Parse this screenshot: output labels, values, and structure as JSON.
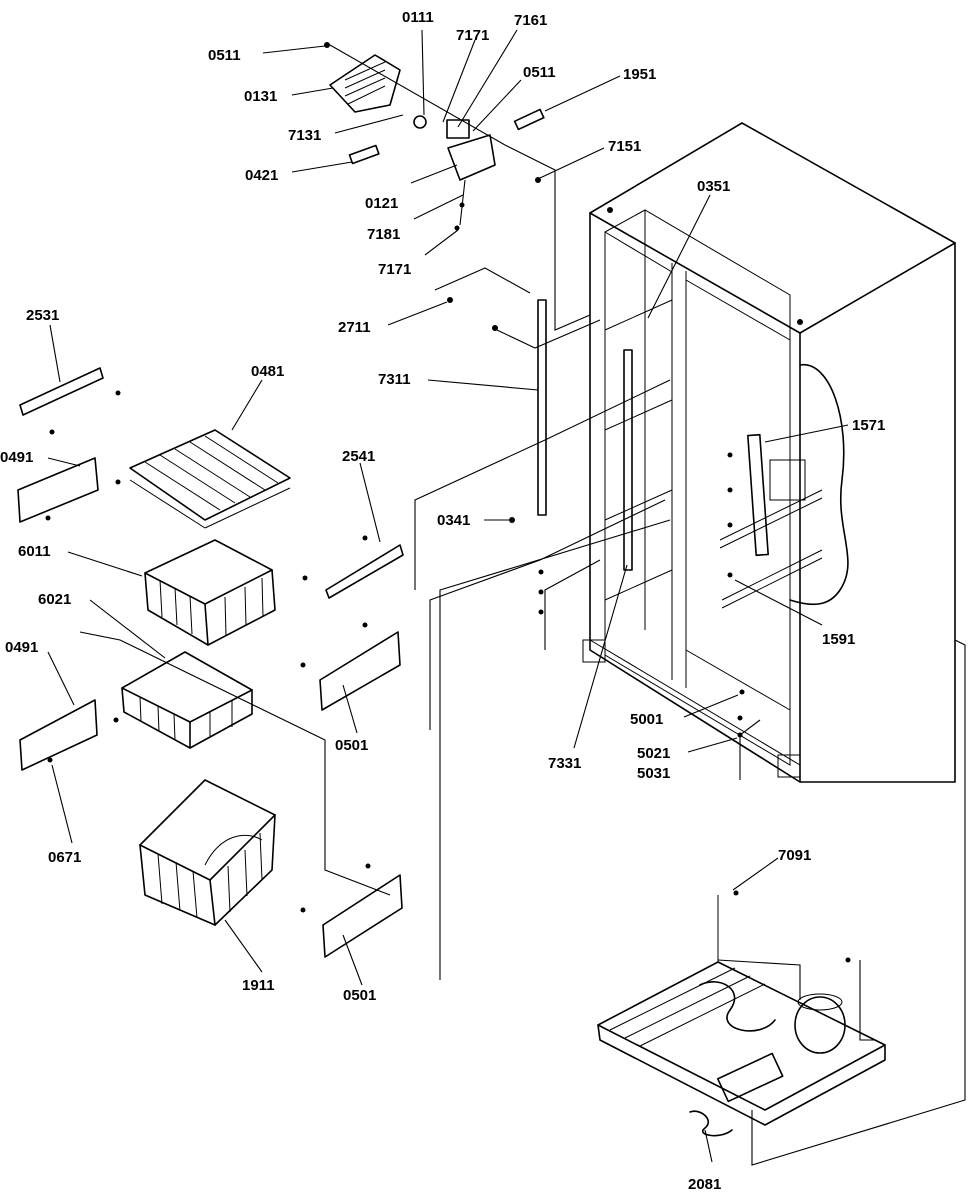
{
  "labels": {
    "l0511a": "0511",
    "l0131": "0131",
    "l0111": "0111",
    "l7171a": "7171",
    "l7161": "7161",
    "l0511b": "0511",
    "l1951": "1951",
    "l7131": "7131",
    "l0421": "0421",
    "l0121": "0121",
    "l7151": "7151",
    "l7181": "7181",
    "l7171b": "7171",
    "l0351": "0351",
    "l2531": "2531",
    "l2711": "2711",
    "l0481": "0481",
    "l7311": "7311",
    "l0491a": "0491",
    "l2541": "2541",
    "l1571": "1571",
    "l6011": "6011",
    "l0341": "0341",
    "l6021": "6021",
    "l1591": "1591",
    "l0491b": "0491",
    "l0501a": "0501",
    "l5001": "5001",
    "l7331": "7331",
    "l5021": "5021",
    "l5031": "5031",
    "l0671": "0671",
    "l7091": "7091",
    "l1911": "1911",
    "l0501b": "0501",
    "l2081": "2081"
  }
}
